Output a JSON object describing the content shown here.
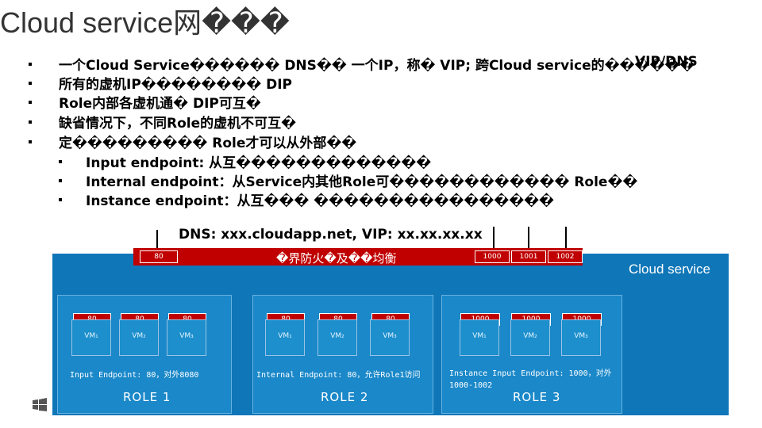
{
  "title": "Cloud service网���",
  "right_label": "VIP/DNS",
  "bullets": [
    {
      "text": "一个Cloud Service������ DNS�� 一个IP，称� VIP; 跨Cloud service的������"
    },
    {
      "text": "所有的虚机IP�������� DIP"
    },
    {
      "text": "Role内部各虚机通� DIP可互�"
    },
    {
      "text": "缺省情况下，不同Role的虚机不可互�"
    },
    {
      "text": "定��������� Role才可以从外部��"
    }
  ],
  "sub_bullets": [
    {
      "text": "Input endpoint: 从互�������������"
    },
    {
      "text": "Internal endpoint：从Service内其他Role可������������ Role��"
    },
    {
      "text": "Instance endpoint：从互��� ����������������"
    }
  ],
  "dns_label": "DNS: xxx.cloudapp.net, VIP: xx.xx.xx.xx",
  "firewall_label": "�界防火�及��均衡",
  "firewall_port_left": "80",
  "firewall_ports_right": [
    "1000",
    "1001",
    "1002"
  ],
  "cloud_service_label": "Cloud service",
  "roles": [
    {
      "name": "ROLE 1",
      "ports": [
        "80",
        "80",
        "80"
      ],
      "vms": [
        "VM₁",
        "VM₂",
        "VM₃"
      ],
      "caption": "Input Endpoint: 80，对外8080"
    },
    {
      "name": "ROLE 2",
      "ports": [
        "80",
        "80",
        "80"
      ],
      "vms": [
        "VM₁",
        "VM₂",
        "VM₃"
      ],
      "caption": "Internal Endpoint: 80，允许Role1访问"
    },
    {
      "name": "ROLE 3",
      "ports": [
        "1000",
        "1000",
        "1000"
      ],
      "vms": [
        "VM₁",
        "VM₂",
        "VM₃"
      ],
      "caption": "Instance Input Endpoint: 1000，对外 1000-1002"
    }
  ],
  "colors": {
    "panel": "#0f76b8",
    "firewall": "#c00000",
    "role_bg": "#1a88c9"
  }
}
